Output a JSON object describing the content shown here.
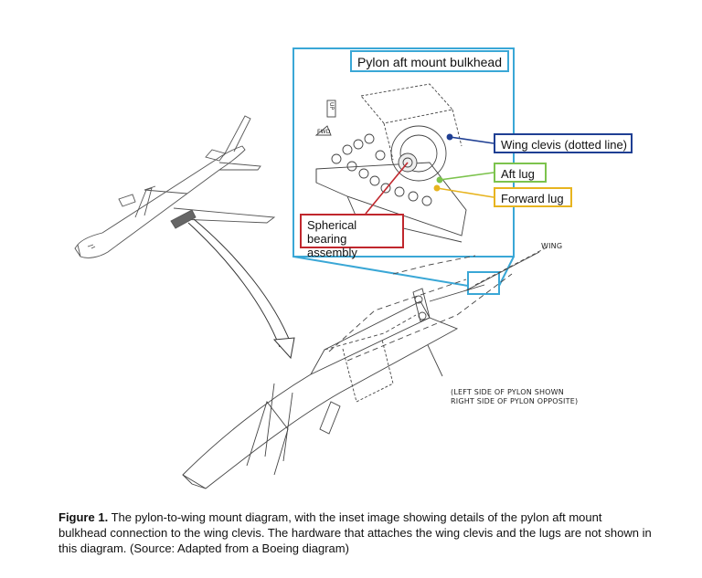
{
  "inset": {
    "title": "Pylon aft mount bulkhead",
    "callouts": {
      "wing_clevis": "Wing clevis (dotted line)",
      "aft_lug": "Aft lug",
      "forward_lug": "Forward lug",
      "spherical_bearing_line1": "Spherical bearing",
      "spherical_bearing_line2": "assembly"
    },
    "up_marker": "UP",
    "fwd_marker": "FWD",
    "colors": {
      "inset_border": "#3aa7d6",
      "wing_clevis": "#1f3f93",
      "aft_lug": "#7cc34d",
      "forward_lug": "#e7b41f",
      "spherical_bearing": "#c0272d"
    }
  },
  "diagram_labels": {
    "wing": "WING",
    "pylon_note_line1": "(LEFT SIDE OF PYLON SHOWN",
    "pylon_note_line2": "RIGHT SIDE OF PYLON OPPOSITE)"
  },
  "caption": {
    "label": "Figure 1.",
    "text": " The pylon-to-wing mount diagram, with the inset image showing details of the pylon aft mount bulkhead connection to the wing clevis. The hardware that attaches the wing clevis and the lugs are not shown in this diagram. (Source: Adapted from a Boeing diagram)"
  }
}
